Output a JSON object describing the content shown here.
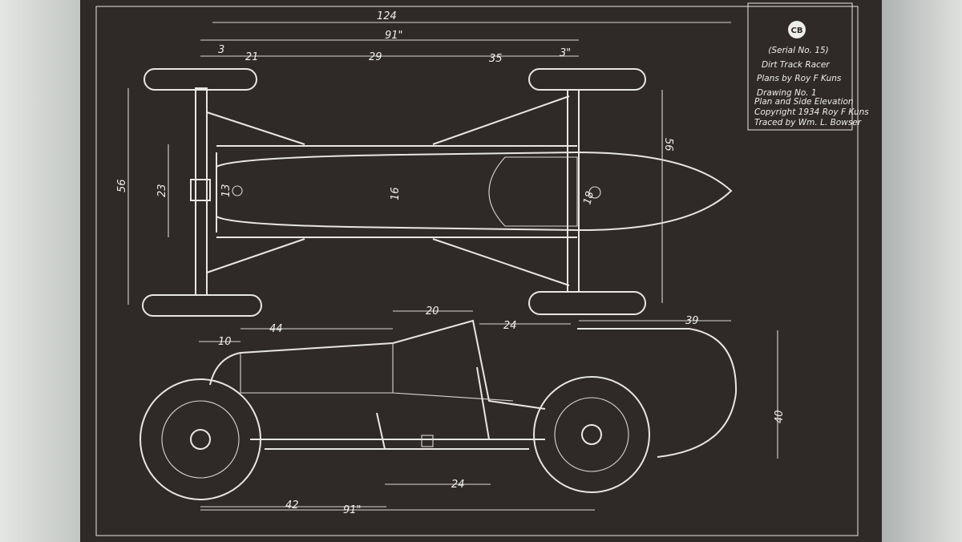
{
  "title_block": {
    "logo": "CB",
    "serial": "(Serial No. 15)",
    "title": "Dirt Track Racer",
    "plans_by": "Plans by  Roy F Kuns",
    "drawing_no": "Drawing No. 1",
    "drawing_desc": "Plan and Side Elevation",
    "copyright": "Copyright 1934  Roy F Kuns",
    "traced_by": "Traced by Wm. L. Bowser"
  },
  "plan_dims": {
    "overall": "124",
    "wheelbase": "91\"",
    "d3": "3",
    "d21": "21",
    "d29": "29",
    "d35": "35",
    "d3b": "3\"",
    "track_left": "56",
    "track_right": "56",
    "frame_width": "23",
    "nose_width": "13",
    "body_width": "16",
    "cowl_width": "18"
  },
  "side_dims": {
    "cockpit": "20",
    "front_to_cockpit": "44",
    "nose": "10",
    "seat": "24",
    "tail": "39",
    "height": "40",
    "lower_24": "24",
    "front_42": "42",
    "wheelbase": "91\""
  }
}
